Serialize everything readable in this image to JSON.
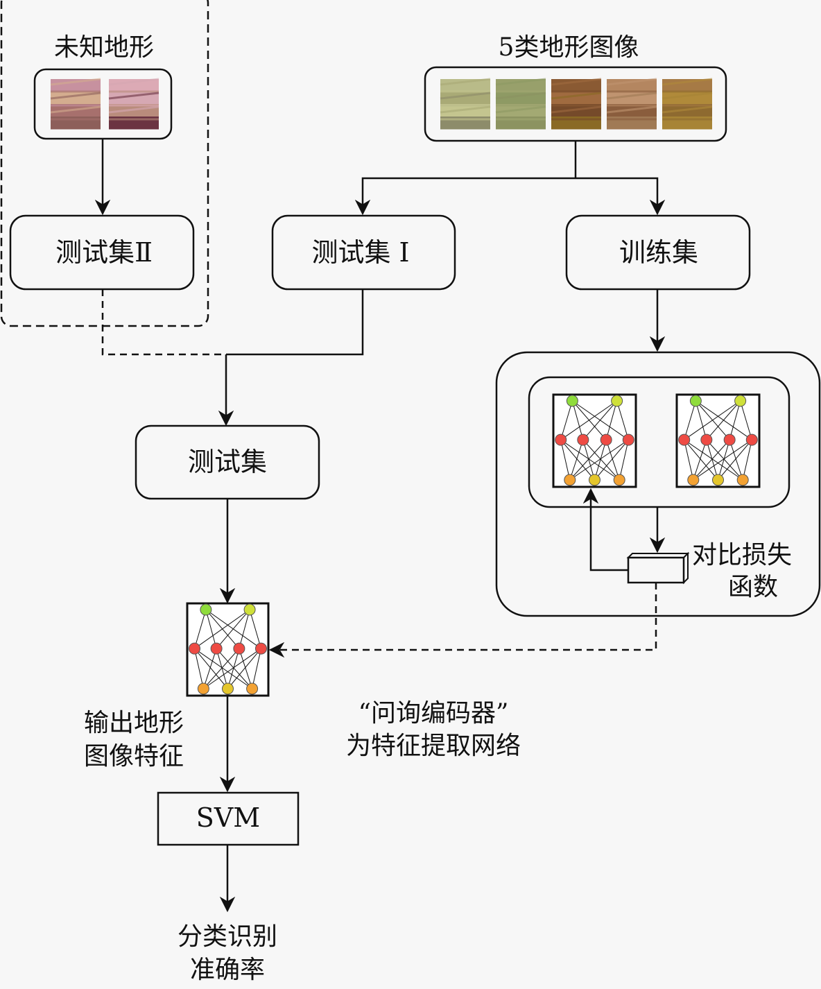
{
  "figure": {
    "unknown_terrain_title": "未知地形",
    "terrain_classes_title": "5类地形图像",
    "test_set_2": "测试集Ⅱ",
    "test_set_1": "测试集 I",
    "train_set": "训练集",
    "test_set": "测试集",
    "contrastive_loss_line1": "对比损失",
    "contrastive_loss_line2": "函数",
    "output_features_line1": "输出地形",
    "output_features_line2": "图像特征",
    "encoder_note_line1": "“问询编码器”",
    "encoder_note_line2": "为特征提取网络",
    "svm": "SVM",
    "result_line1": "分类识别",
    "result_line2": "准确率"
  },
  "images": {
    "unknown_terrain": [
      {
        "name": "unknown-terrain-image-1",
        "colors": [
          "#c7919f",
          "#d4ad8f",
          "#a7706d",
          "#8d5f5a"
        ]
      },
      {
        "name": "unknown-terrain-image-2",
        "colors": [
          "#dcaab5",
          "#d6a8b3",
          "#b98c7c",
          "#6b3342"
        ]
      }
    ],
    "terrain_classes": [
      {
        "name": "terrain-class-image-1",
        "colors": [
          "#b9bb89",
          "#a9aa76",
          "#c4c58f",
          "#8d8c6a"
        ]
      },
      {
        "name": "terrain-class-image-2",
        "colors": [
          "#98a06b",
          "#8e9a64",
          "#a3a973",
          "#8c9361"
        ]
      },
      {
        "name": "terrain-class-image-3",
        "colors": [
          "#8a5a33",
          "#a06b40",
          "#754a2a",
          "#8a6a25"
        ]
      },
      {
        "name": "terrain-class-image-4",
        "colors": [
          "#b48660",
          "#c09470",
          "#8a5d3d",
          "#a07a55"
        ]
      },
      {
        "name": "terrain-class-image-5",
        "colors": [
          "#a67a45",
          "#b08a3a",
          "#8e6a30",
          "#a78436"
        ]
      }
    ]
  },
  "colors": {
    "node_green": "#8fdc3c",
    "node_yellowgreen": "#cfe03a",
    "node_red": "#ee4b44",
    "node_orange": "#f3a233",
    "node_yellow": "#e4c62c",
    "stroke": "#111111"
  }
}
